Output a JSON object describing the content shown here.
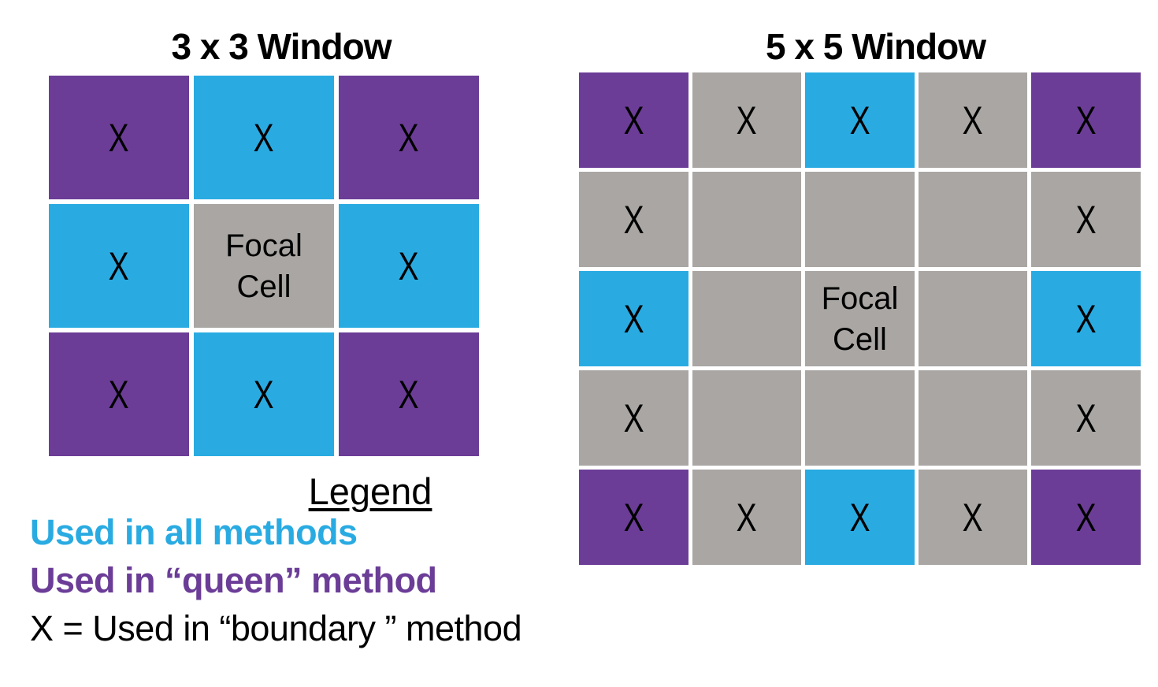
{
  "colors": {
    "blue_all_methods": "#29abe2",
    "purple_queen": "#6b3d97",
    "gray_cell": "#a9a6a3",
    "black_text": "#000000",
    "background": "#ffffff"
  },
  "windows": [
    {
      "title": "3 x 3 Window",
      "rows": 3,
      "cols": 3,
      "cells": [
        {
          "type": "purple",
          "label": "X"
        },
        {
          "type": "blue",
          "label": "X"
        },
        {
          "type": "purple",
          "label": "X"
        },
        {
          "type": "blue",
          "label": "X"
        },
        {
          "type": "gray",
          "label": "Focal Cell",
          "focal": true
        },
        {
          "type": "blue",
          "label": "X"
        },
        {
          "type": "purple",
          "label": "X"
        },
        {
          "type": "blue",
          "label": "X"
        },
        {
          "type": "purple",
          "label": "X"
        }
      ]
    },
    {
      "title": "5 x 5 Window",
      "rows": 5,
      "cols": 5,
      "cells": [
        {
          "type": "purple",
          "label": "X"
        },
        {
          "type": "gray",
          "label": "X"
        },
        {
          "type": "blue",
          "label": "X"
        },
        {
          "type": "gray",
          "label": "X"
        },
        {
          "type": "purple",
          "label": "X"
        },
        {
          "type": "gray",
          "label": "X"
        },
        {
          "type": "gray",
          "label": ""
        },
        {
          "type": "gray",
          "label": ""
        },
        {
          "type": "gray",
          "label": ""
        },
        {
          "type": "gray",
          "label": "X"
        },
        {
          "type": "blue",
          "label": "X"
        },
        {
          "type": "gray",
          "label": ""
        },
        {
          "type": "gray",
          "label": "Focal Cell",
          "focal": true
        },
        {
          "type": "gray",
          "label": ""
        },
        {
          "type": "blue",
          "label": "X"
        },
        {
          "type": "gray",
          "label": "X"
        },
        {
          "type": "gray",
          "label": ""
        },
        {
          "type": "gray",
          "label": ""
        },
        {
          "type": "gray",
          "label": ""
        },
        {
          "type": "gray",
          "label": "X"
        },
        {
          "type": "purple",
          "label": "X"
        },
        {
          "type": "gray",
          "label": "X"
        },
        {
          "type": "blue",
          "label": "X"
        },
        {
          "type": "gray",
          "label": "X"
        },
        {
          "type": "purple",
          "label": "X"
        }
      ]
    }
  ],
  "focal_cell": {
    "lines": [
      "Focal",
      "Cell"
    ]
  },
  "legend": {
    "title": "Legend",
    "entries": [
      {
        "text": "Used in all methods",
        "color_key": "blue_all_methods",
        "weight": "bold"
      },
      {
        "text": "Used in “queen” method",
        "color_key": "purple_queen",
        "weight": "bold"
      },
      {
        "text": "X = Used in “boundary ” method",
        "color_key": "black_text",
        "weight": "normal"
      }
    ]
  }
}
